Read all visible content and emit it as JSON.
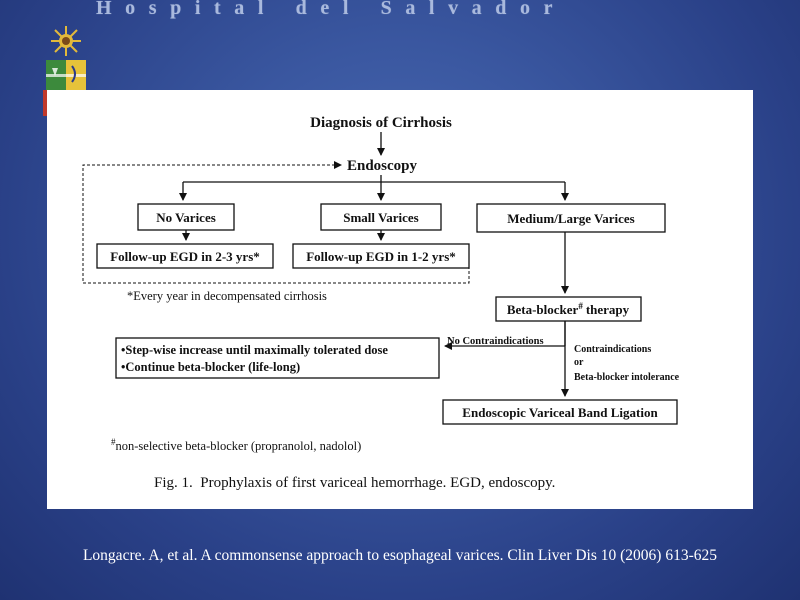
{
  "slide": {
    "header_text": "Hospital del Salvador",
    "citation": "Longacre. A, et al. A commonsense approach to esophageal varices. Clin Liver Dis 10 (2006) 613-625"
  },
  "diagram": {
    "nodes": {
      "diagnosis": "Diagnosis of Cirrhosis",
      "endoscopy": "Endoscopy",
      "no_varices": "No Varices",
      "small_varices": "Small Varices",
      "medium_large_varices": "Medium/Large Varices",
      "followup_no_varices": "Follow-up EGD in 2-3 yrs*",
      "followup_small_varices": "Follow-up EGD in 1-2 yrs*",
      "beta_blocker_prefix": "Beta-blocker",
      "beta_blocker_sup": "#",
      "beta_blocker_suffix": "therapy",
      "stepwise_line1": "•Step-wise increase until maximally tolerated dose",
      "stepwise_line2": "•Continue beta-blocker (life-long)",
      "evl": "Endoscopic Variceal Band Ligation"
    },
    "edge_labels": {
      "no_contraindications": "No Contraindications",
      "contra_line1": "Contraindications",
      "contra_line2": "or",
      "contra_line3": "Beta-blocker intolerance"
    },
    "footnotes": {
      "asterisk": "*Every year in decompensated cirrhosis",
      "hash_sup": "#",
      "hash_text": "non-selective beta-blocker (propranolol, nadolol)"
    },
    "caption": "Fig. 1.  Prophylaxis of first variceal hemorrhage. EGD, endoscopy."
  },
  "colors": {
    "background": "#2f4a92",
    "header_text": "#a9b9dd",
    "panel": "#ffffff",
    "ink": "#111111"
  }
}
